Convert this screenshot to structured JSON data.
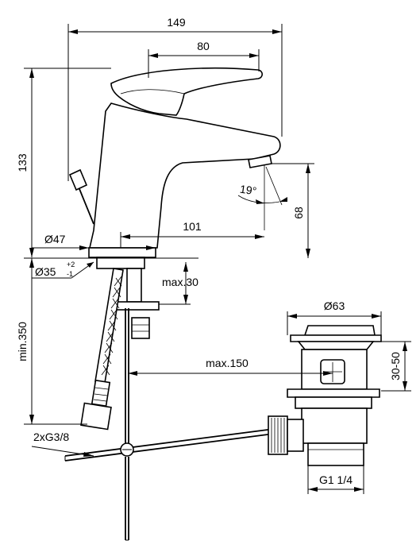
{
  "dimensions": {
    "total_width": "149",
    "spout_reach": "80",
    "height": "133",
    "spout_height": "68",
    "angle": "19°",
    "spout_projection": "101",
    "base_diameter": "Ø47",
    "hole_diameter": "Ø35",
    "hole_tol_upper": "+2",
    "hole_tol_lower": "-1",
    "deck_thickness": "max.30",
    "hose_length": "min.350",
    "waste_distance": "max.150",
    "waste_diameter": "Ø63",
    "waste_adjust": "30-50",
    "connection": "2xG3/8",
    "waste_thread": "G1 1/4"
  }
}
